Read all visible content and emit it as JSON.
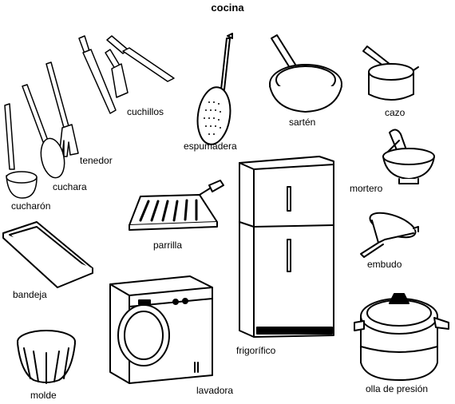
{
  "title": "cocina",
  "labels": {
    "cuchillos": "cuchillos",
    "sarten": "sartén",
    "cazo": "cazo",
    "espumadera": "espumadera",
    "tenedor": "tenedor",
    "cuchara": "cuchara",
    "cucharon": "cucharón",
    "mortero": "mortero",
    "parrilla": "parrilla",
    "embudo": "embudo",
    "bandeja": "bandeja",
    "frigorifico": "frigorífico",
    "lavadora": "lavadora",
    "molde": "molde",
    "olla": "olla de presión"
  }
}
